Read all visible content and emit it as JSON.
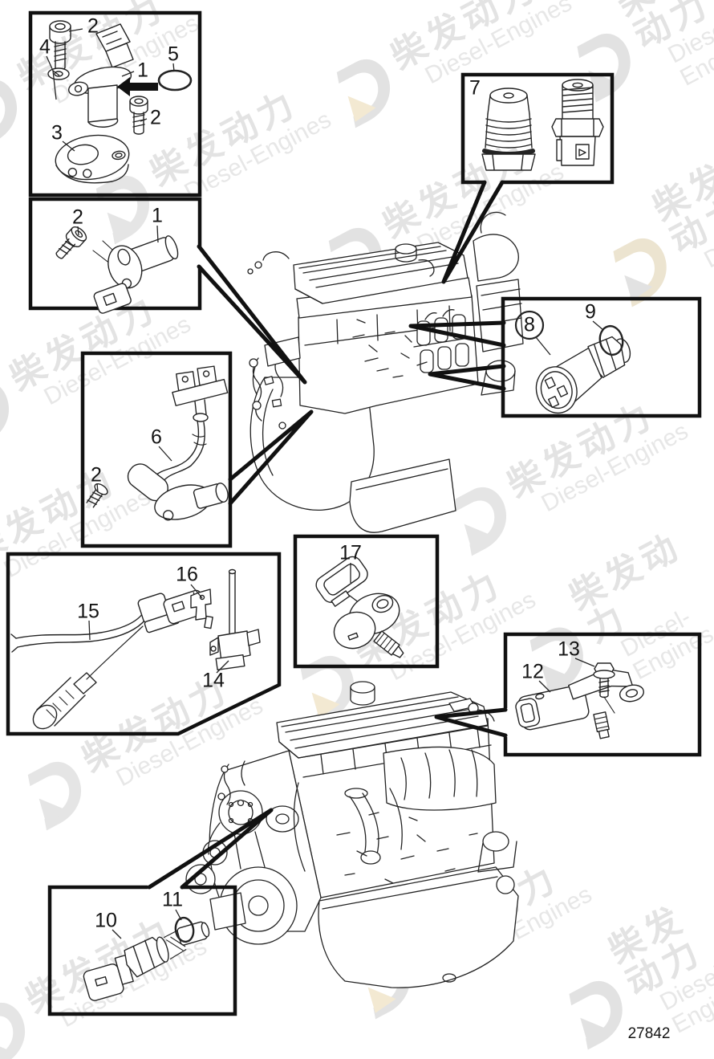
{
  "page": {
    "part_number": "27842"
  },
  "watermark": {
    "cn": "柴发动力",
    "en": "Diesel-Engines"
  },
  "callouts": {
    "c1": "1",
    "c2": "2",
    "c3": "3",
    "c4": "4",
    "c5": "5",
    "c6": "6",
    "c7": "7",
    "c8": "8",
    "c9": "9",
    "c10": "10",
    "c11": "11",
    "c12": "12",
    "c13": "13",
    "c14": "14",
    "c15": "15",
    "c16": "16",
    "c17": "17"
  }
}
